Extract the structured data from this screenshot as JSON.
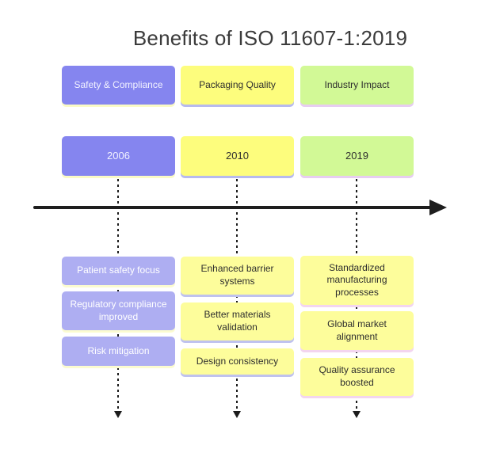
{
  "title": "Benefits of ISO 11607-1:2019",
  "timeline": {
    "direction": "left-to-right",
    "axis_color": "#1e1e1e"
  },
  "colors": {
    "purple": "#8585ef",
    "light_purple": "#aeaef2",
    "yellow": "#fdfd7d",
    "light_yellow": "#fdfd9b",
    "green": "#d2f996",
    "shadow_pale_yellow": "#fafac6",
    "shadow_pale_periwinkle": "#b7baee",
    "shadow_pale_pink": "#f3d5ef"
  },
  "columns": [
    {
      "header": "Safety & Compliance",
      "year": "2006",
      "items": [
        "Patient safety focus",
        "Regulatory compliance improved",
        "Risk mitigation"
      ]
    },
    {
      "header": "Packaging Quality",
      "year": "2010",
      "items": [
        "Enhanced barrier systems",
        "Better materials validation",
        "Design consistency"
      ]
    },
    {
      "header": "Industry Impact",
      "year": "2019",
      "items": [
        "Standardized manufacturing processes",
        "Global market alignment",
        "Quality assurance boosted"
      ]
    }
  ]
}
